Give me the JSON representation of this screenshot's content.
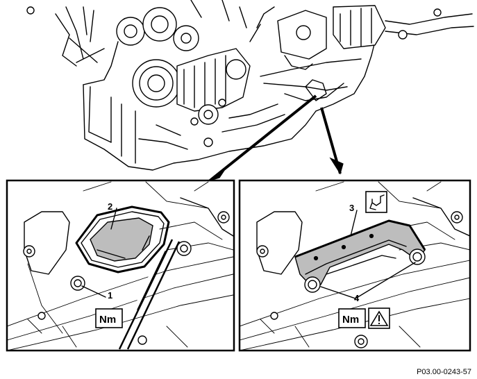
{
  "figure": {
    "reference": "P03.00-0243-57",
    "left_panel": {
      "callouts": [
        "2",
        "1"
      ],
      "torque_symbol": "Nm"
    },
    "right_panel": {
      "callouts": [
        "3",
        "4"
      ],
      "torque_symbol": "Nm"
    },
    "icons": [
      "torque-symbol-icon",
      "special-tool-icon",
      "warning-triangle-icon"
    ],
    "colors": {
      "line": "#000000",
      "background": "#ffffff"
    }
  }
}
